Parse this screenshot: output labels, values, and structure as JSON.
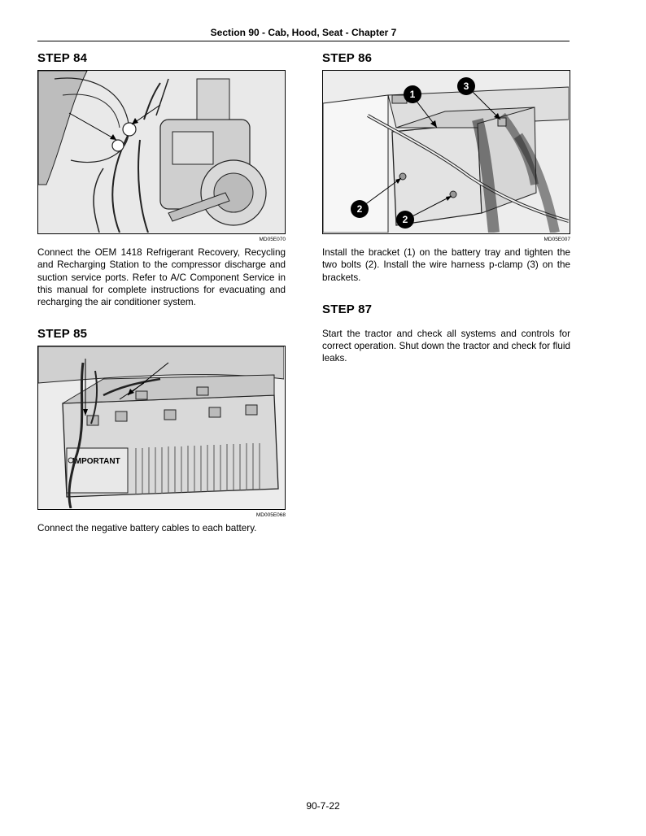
{
  "header": {
    "title": "Section 90 - Cab, Hood, Seat - Chapter 7"
  },
  "steps": {
    "s84": {
      "title": "STEP  84",
      "figure_code": "MD05E070",
      "text": "Connect the OEM 1418 Refrigerant Recovery, Recycling and Recharging Station to the compressor discharge and suction service ports. Refer to A/C Component Service in this manual for complete instructions for evacuating and recharging the air conditioner system."
    },
    "s85": {
      "title": "STEP  85",
      "figure_code": "MD005E068",
      "important_label": "IMPORTANT",
      "text": "Connect the negative battery cables to each battery."
    },
    "s86": {
      "title": "STEP  86",
      "figure_code": "MD05E007",
      "callouts": [
        "1",
        "3",
        "2",
        "2"
      ],
      "text": "Install the bracket (1) on the battery tray and tighten the two bolts (2). Install the wire harness p-clamp (3) on the brackets."
    },
    "s87": {
      "title": "STEP  87",
      "text": "Start the tractor and check all systems and controls for correct operation. Shut down the tractor and check for fluid leaks."
    }
  },
  "footer": {
    "page_number": "90-7-22"
  }
}
